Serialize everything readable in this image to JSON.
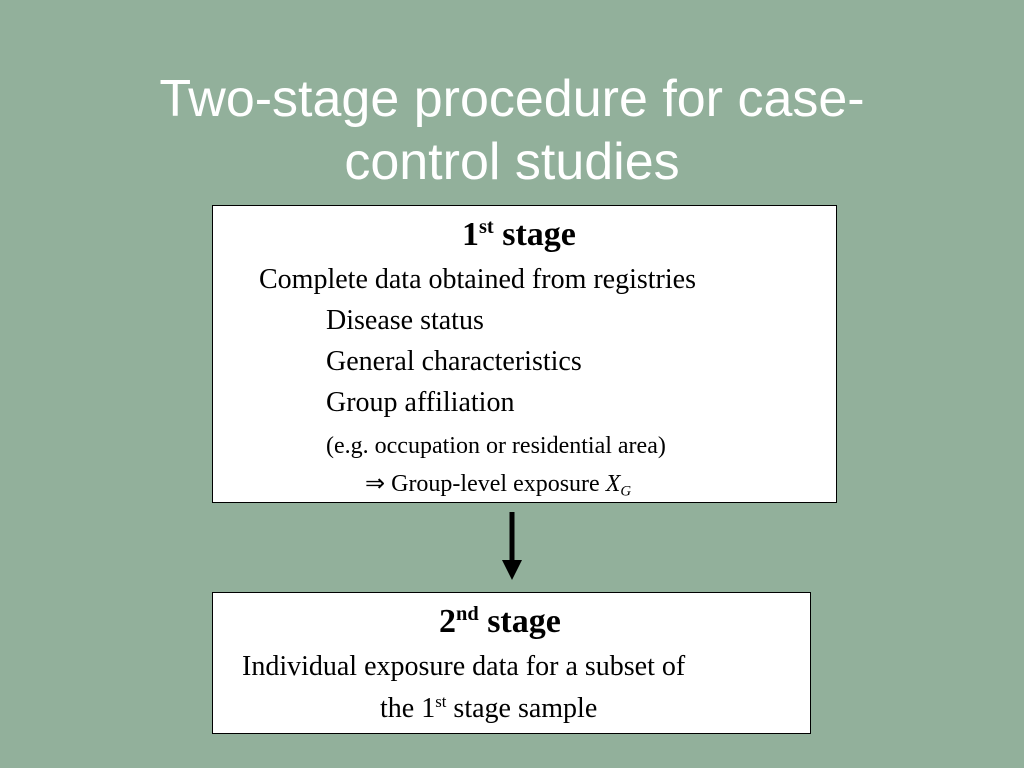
{
  "title": {
    "line1": "Two-stage procedure for case-",
    "line2": "control studies"
  },
  "stage1": {
    "heading_num": "1",
    "heading_sup": "st",
    "heading_word": "stage",
    "line_registries": "Complete data obtained from registries",
    "item_disease": "Disease status",
    "item_general": "General characteristics",
    "item_group": "Group affiliation",
    "item_example": "(e.g. occupation or residential area)",
    "implies_symbol": "⇒",
    "exposure_text": "Group-level exposure",
    "exposure_var": "X",
    "exposure_sub": "G"
  },
  "stage2": {
    "heading_num": "2",
    "heading_sup": "nd",
    "heading_word": "stage",
    "line1": "Individual exposure data for a subset of",
    "line2_pre": "the 1",
    "line2_sup": "st",
    "line2_post": " stage sample"
  },
  "colors": {
    "background": "#92b09b",
    "title": "#ffffff",
    "box": "#ffffff",
    "text": "#000000"
  }
}
